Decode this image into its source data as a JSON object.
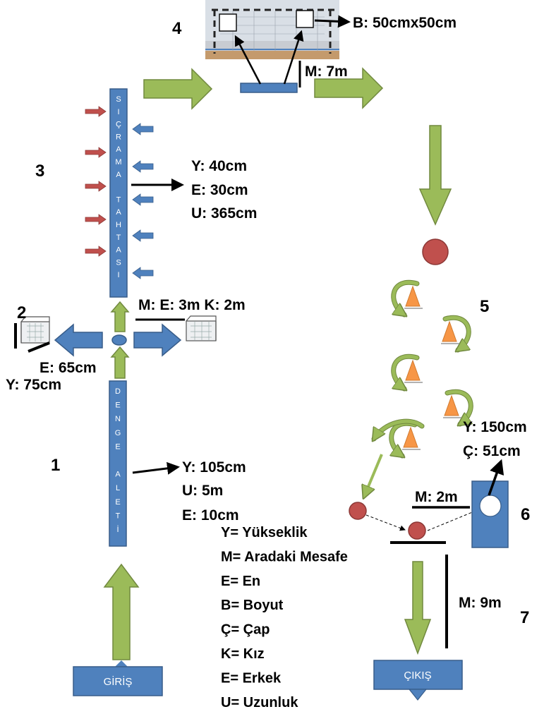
{
  "stations": {
    "s1": "1",
    "s2": "2",
    "s3": "3",
    "s4": "4",
    "s5": "5",
    "s6": "6",
    "s7": "7"
  },
  "labels": {
    "entry": "GİRİŞ",
    "exit": "ÇIKIŞ",
    "balance_beam": [
      "D",
      "E",
      "N",
      "G",
      "E",
      "",
      "A",
      "L",
      "E",
      "T",
      "İ"
    ],
    "jump_board": [
      "S",
      "I",
      "Ç",
      "R",
      "A",
      "M",
      "A",
      "",
      "T",
      "A",
      "H",
      "T",
      "A",
      "S",
      "I"
    ]
  },
  "dimensions": {
    "beam": [
      "Y: 105cm",
      "U: 5m",
      "E: 10cm"
    ],
    "goal": [
      "E: 65cm",
      "Y: 75cm"
    ],
    "distance_mek": "M: E: 3m K: 2m",
    "board": [
      "Y: 40cm",
      "E: 30cm",
      "U: 365cm"
    ],
    "target": "B: 50cmx50cm",
    "distance_7m": "M: 7m",
    "hoop": [
      "Y: 150cm",
      "Ç: 51cm"
    ],
    "distance_2m": "M: 2m",
    "distance_9m": "M: 9m"
  },
  "legend": [
    "Y= Yükseklik",
    "M= Aradaki Mesafe",
    "E= En",
    "B= Boyut",
    "Ç= Çap",
    "K= Kız",
    "E= Erkek",
    "U= Uzunluk"
  ],
  "colors": {
    "blue": "#4F81BD",
    "blue_border": "#385D8A",
    "green": "#9BBB59",
    "green_border": "#71893F",
    "red": "#C0504D",
    "orange": "#F79646"
  }
}
